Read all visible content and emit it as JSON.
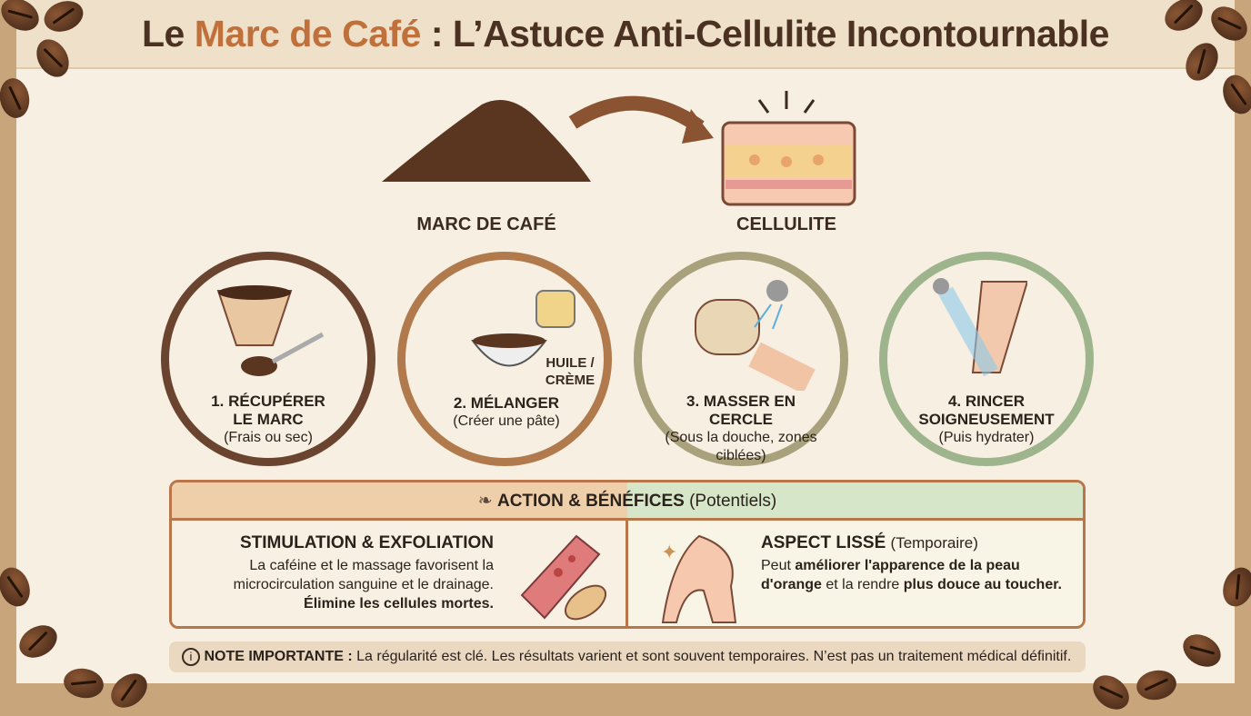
{
  "title": {
    "part1": "Le ",
    "accent": "Marc de Café",
    "part2": " : L’Astuce Anti-Cellulite Incontournable"
  },
  "top": {
    "left_label": "MARC DE CAFÉ",
    "right_label": "CELLULITE"
  },
  "steps": [
    {
      "title1": "1. RÉCUPÉRER",
      "title2": "LE MARC",
      "sub": "(Frais ou sec)",
      "color": "#6b4430"
    },
    {
      "title1": "2. MÉLANGER",
      "title2": "",
      "sub": "(Créer une pâte)",
      "color": "#b07a4d",
      "note": "HUILE / CRÈME"
    },
    {
      "title1": "3. MASSER EN CERCLE",
      "title2": "",
      "sub": "(Sous la douche, zones ciblées)",
      "color": "#a9a07c"
    },
    {
      "title1": "4. RINCER",
      "title2": "SOIGNEUSEMENT",
      "sub": "(Puis hydrater)",
      "color": "#9db48c"
    }
  ],
  "panel": {
    "header": "ACTION & BÉNÉFICES",
    "header_sub": "(Potentiels)",
    "left": {
      "title": "STIMULATION & EXFOLIATION",
      "text": "La caféine et le massage favorisent la microcirculation sanguine et le drainage.",
      "bold": "Élimine les cellules mortes."
    },
    "right": {
      "title": "ASPECT LISSÉ",
      "title_sub": "(Temporaire)",
      "t1": "Peut ",
      "b1": "améliorer l'apparence de la peau d'orange",
      "t2": " et la rendre ",
      "b2": "plus douce au toucher."
    }
  },
  "note": {
    "label": "NOTE IMPORTANTE :",
    "text": " La régularité est clé. Les résultats varient et sont souvent temporaires. N’est pas un traitement médical définitif."
  }
}
